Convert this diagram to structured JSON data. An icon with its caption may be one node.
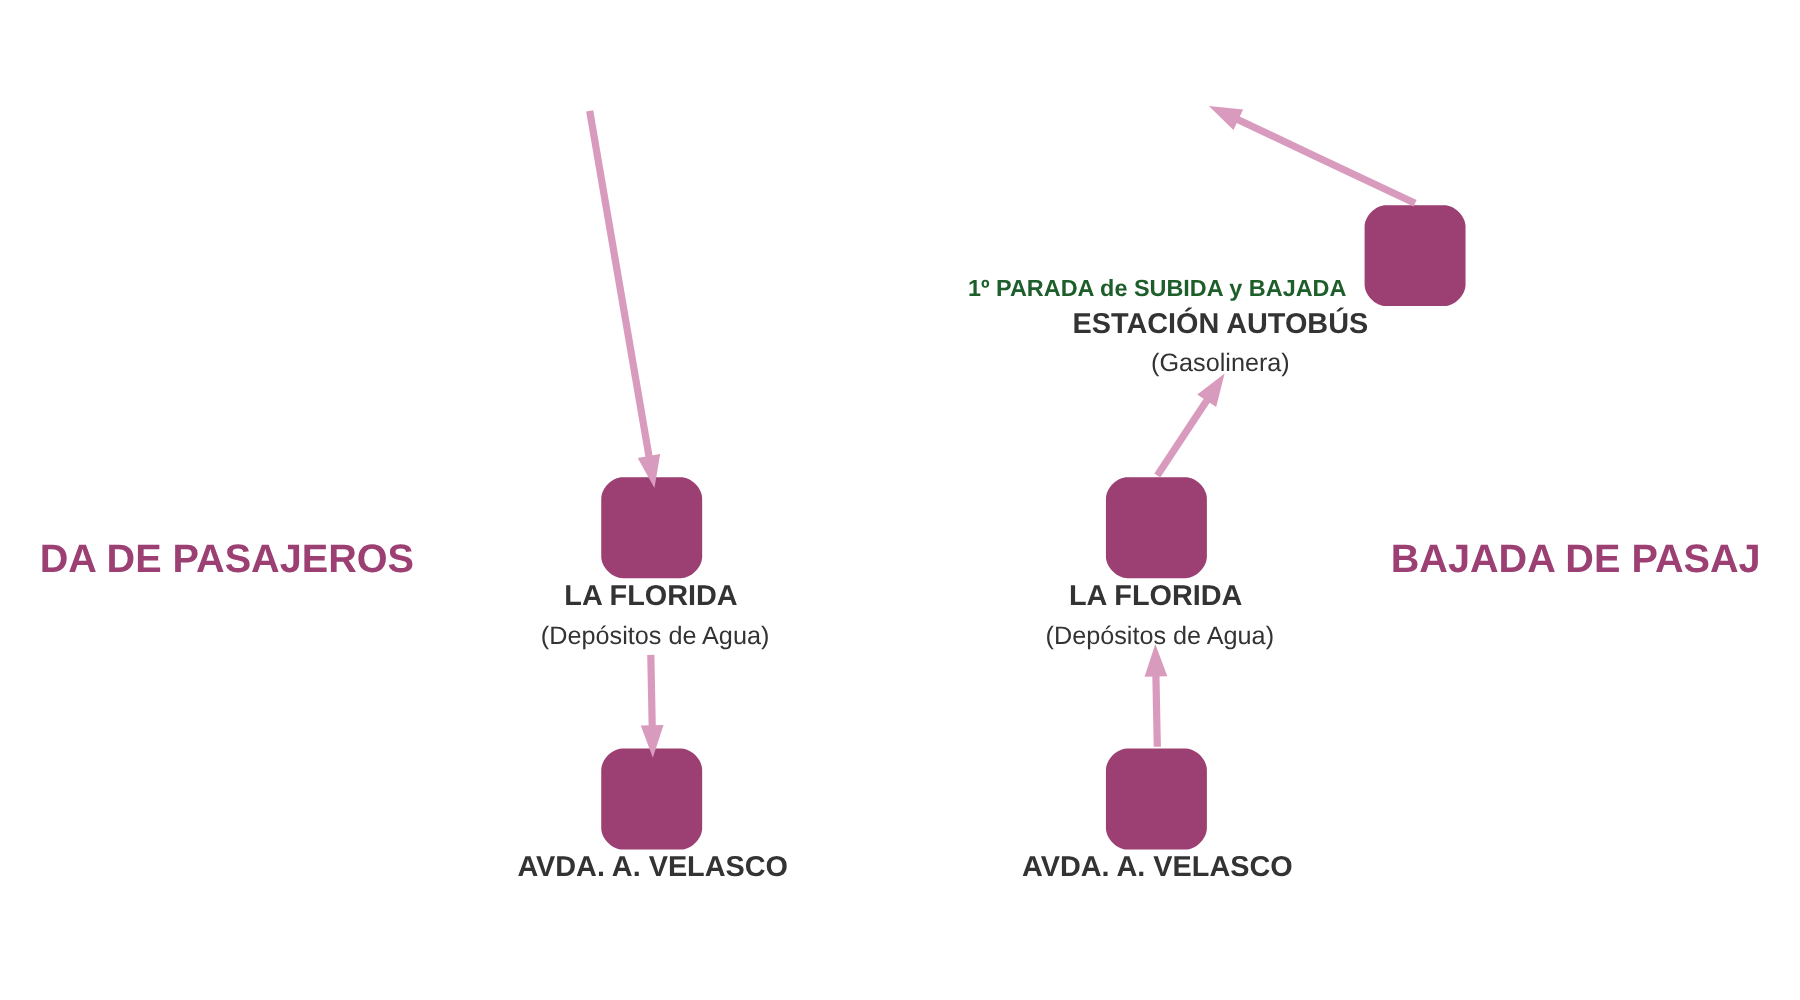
{
  "diagram": {
    "nodes": [
      {
        "text": [
          "ESTACIÓN AUTOBÚS",
          "(Gasolinera)"
        ],
        "beside": [
          "1º PARADA de SUBIDA y BAJADA"
        ]
      },
      {
        "text": [
          "LA FLORIDA",
          "(Depósitos de Agua)"
        ]
      },
      {
        "text": [
          "LA FLORIDA",
          "(Depósitos de Agua)"
        ]
      },
      {
        "text": [
          "AVDA. A. VELASCO"
        ]
      },
      {
        "text": [
          "AVDA. A. VELASCO"
        ]
      }
    ],
    "edges": [
      {
        "from": null,
        "to": 1,
        "arrow": "to"
      },
      {
        "from": 1,
        "to": 3,
        "arrow": "to"
      },
      {
        "from": 4,
        "to": 2,
        "arrow": "to"
      },
      {
        "from": 2,
        "to": 0,
        "arrow": "to"
      },
      {
        "from": 0,
        "to": null,
        "arrow": "to"
      }
    ],
    "labels": [
      "DA DE PASAJEROS",
      "BAJADA DE PASAJ"
    ]
  }
}
